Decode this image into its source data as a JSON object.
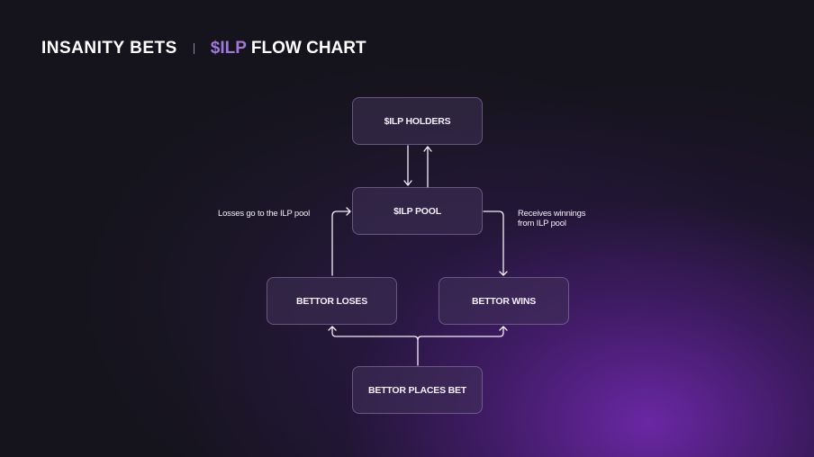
{
  "header": {
    "brand": "INSANITY BETS",
    "title_accent": "$ILP",
    "title_rest": "FLOW CHART"
  },
  "nodes": {
    "holders": "$ILP HOLDERS",
    "pool": "$ILP POOL",
    "loses": "BETTOR LOSES",
    "wins": "BETTOR WINS",
    "places": "BETTOR PLACES BET"
  },
  "edge_labels": {
    "losses": "Losses go to the ILP pool",
    "wins_line1": "Receives winnings",
    "wins_line2": "from ILP pool"
  },
  "colors": {
    "accent": "#9f78d9",
    "background": "#15141c",
    "glow": "#6e28aa"
  }
}
